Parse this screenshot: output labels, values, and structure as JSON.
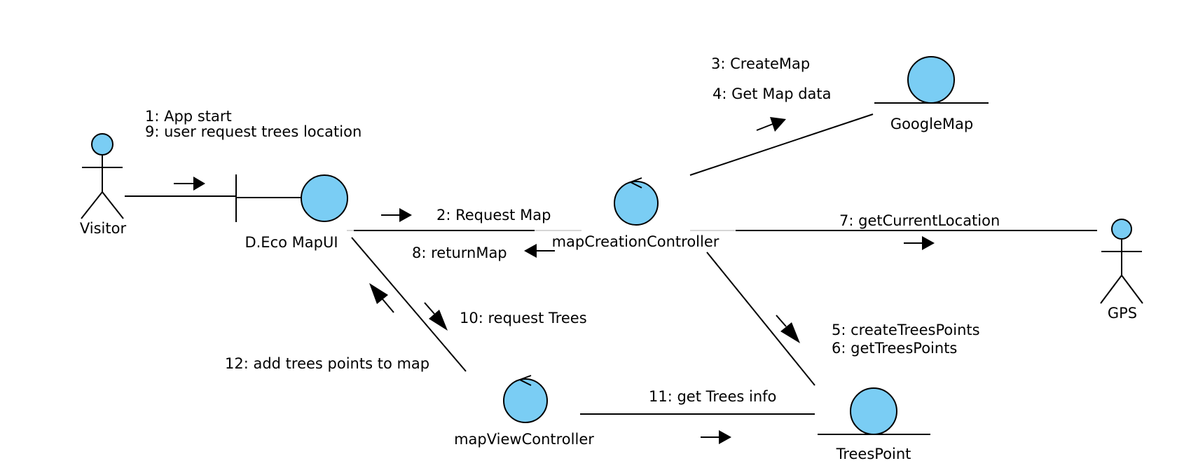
{
  "colors": {
    "element_fill": "#7ACDF4",
    "line": "#000000"
  },
  "nodes": {
    "visitor": {
      "label": "Visitor",
      "kind": "actor"
    },
    "map_ui": {
      "label": "D.Eco MapUI",
      "kind": "boundary"
    },
    "map_creation_controller": {
      "label": "mapCreationController",
      "kind": "control"
    },
    "google_map": {
      "label": "GoogleMap",
      "kind": "entity"
    },
    "gps": {
      "label": "GPS",
      "kind": "actor"
    },
    "map_view_controller": {
      "label": "mapViewController",
      "kind": "control"
    },
    "trees_point": {
      "label": "TreesPoint",
      "kind": "entity"
    }
  },
  "messages": {
    "m1": "1: App start",
    "m2": "2: Request Map",
    "m3": "3: CreateMap",
    "m4": "4: Get Map data",
    "m5": "5: createTreesPoints",
    "m6": "6: getTreesPoints",
    "m7": "7: getCurrentLocation",
    "m8": "8: returnMap",
    "m9": "9: user request trees location",
    "m10": "10: request Trees",
    "m11": "11: get Trees info",
    "m12": "12: add trees points to map"
  }
}
